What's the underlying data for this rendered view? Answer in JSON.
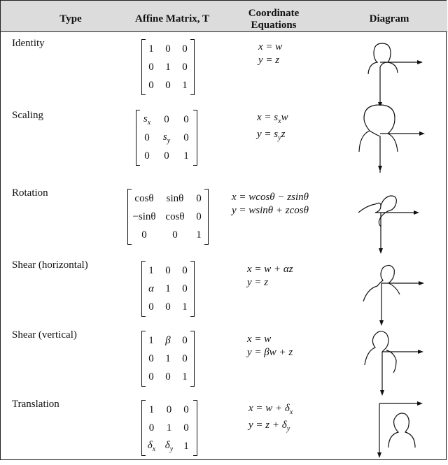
{
  "header": {
    "type": "Type",
    "matrix": "Affine Matrix, T",
    "equations_line1": "Coordinate",
    "equations_line2": "Equations",
    "diagram": "Diagram"
  },
  "rows": [
    {
      "type": "Identity",
      "matrix": [
        [
          "1",
          "0",
          "0"
        ],
        [
          "0",
          "1",
          "0"
        ],
        [
          "0",
          "0",
          "1"
        ]
      ],
      "eq1": "x = w",
      "eq2": "y = z"
    },
    {
      "type": "Scaling",
      "matrix": [
        [
          "s_x",
          "0",
          "0"
        ],
        [
          "0",
          "s_y",
          "0"
        ],
        [
          "0",
          "0",
          "1"
        ]
      ],
      "eq1": "x = s_x w",
      "eq2": "y = s_y z"
    },
    {
      "type": "Rotation",
      "matrix": [
        [
          "cosθ",
          "sinθ",
          "0"
        ],
        [
          "−sinθ",
          "cosθ",
          "0"
        ],
        [
          "0",
          "0",
          "1"
        ]
      ],
      "eq1": "x = wcosθ − zsinθ",
      "eq2": "y = wsinθ + zcosθ"
    },
    {
      "type": "Shear (horizontal)",
      "matrix": [
        [
          "1",
          "0",
          "0"
        ],
        [
          "α",
          "1",
          "0"
        ],
        [
          "0",
          "0",
          "1"
        ]
      ],
      "eq1": "x = w + αz",
      "eq2": "y = z"
    },
    {
      "type": "Shear (vertical)",
      "matrix": [
        [
          "1",
          "β",
          "0"
        ],
        [
          "0",
          "1",
          "0"
        ],
        [
          "0",
          "0",
          "1"
        ]
      ],
      "eq1": "x = w",
      "eq2": "y = βw + z"
    },
    {
      "type": "Translation",
      "matrix": [
        [
          "1",
          "0",
          "0"
        ],
        [
          "0",
          "1",
          "0"
        ],
        [
          "δ_x",
          "δ_y",
          "1"
        ]
      ],
      "eq1": "x = w + δ_x",
      "eq2": "y = z + δ_y"
    }
  ]
}
